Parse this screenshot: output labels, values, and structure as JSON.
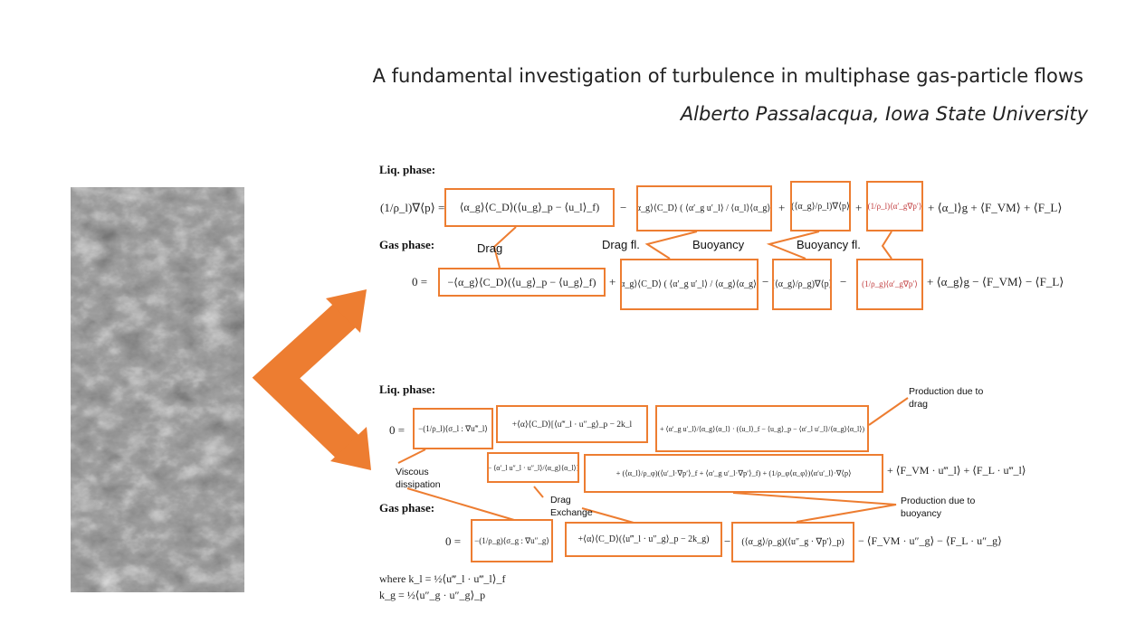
{
  "slide": {
    "title": "A fundamental investigation of turbulence in multiphase gas-particle flows",
    "author": "Alberto Passalacqua, Iowa State University",
    "accent_color": "#ED7D31"
  },
  "mean": {
    "liq_label": "Liq. phase:",
    "gas_label": "Gas phase:",
    "liq": {
      "lhs": "(1/ρ_l)∇⟨p⟩ =",
      "drag": "⟨α_g⟩⟨C_D⟩(⟨u_g⟩_p − ⟨u_l⟩_f)",
      "op1": "−",
      "dragfl": "⟨α_g⟩⟨C_D⟩ ( ⟨α′_g u′_l⟩ / ⟨α_l⟩⟨α_g⟩ )",
      "op2": "+",
      "buoy": "(⟨α_g⟩/ρ_l)∇⟨p⟩",
      "op3": "+",
      "buoyfl": "(1/ρ_l)⟨α′_g∇p′⟩",
      "rest": "+ ⟨α_l⟩g + ⟨F_VM⟩ + ⟨F_L⟩"
    },
    "gas": {
      "lhs": "0 =",
      "drag": "−⟨α_g⟩⟨C_D⟩(⟨u_g⟩_p − ⟨u_g⟩_f)",
      "op1": "+",
      "dragfl": "⟨α_g⟩⟨C_D⟩ ( ⟨α′_g u′_l⟩ / ⟨α_g⟩⟨α_g⟩ )",
      "op2": "−",
      "buoy": "(⟨α_g⟩/ρ_g)∇⟨p⟩",
      "op3": "−",
      "buoyfl": "(1/ρ_g)⟨α′_g∇p′⟩",
      "rest": "+ ⟨α_g⟩g − ⟨F_VM⟩ − ⟨F_L⟩"
    },
    "annotations": {
      "drag": "Drag",
      "dragfl": "Drag fl.",
      "buoy": "Buoyancy",
      "buoyfl": "Buoyancy fl."
    }
  },
  "tke": {
    "liq_label": "Liq. phase:",
    "gas_label": "Gas phase:",
    "liq": {
      "lhs": "0 =",
      "visc": "−(1/ρ_l)⟨σ_l : ∇u‴_l⟩",
      "exch_top": "+⟨α⟩⟨C_D⟩[⟨u‴_l · u″_g⟩_p − 2k_l",
      "exch_bottom": "− ⟨α′_l u″_l · u″_l⟩/⟨α_g⟩⟨α_l⟩]",
      "proddrag": "+ ⟨α′_g u′_l⟩/⟨α_g⟩⟨α_l⟩ · (⟨u_l⟩_f − ⟨u_g⟩_p − ⟨α′_l u′_l⟩/⟨α_g⟩⟨α_l⟩)",
      "prodbuoy": "+ (⟨α_l⟩/ρ_φ)(⟨u′_l·∇p′⟩_f + ⟨α′_g u′_l·∇p′⟩_f) + (1/ρ_φ⟨α_φ⟩)⟨α′u′_l⟩·∇⟨p⟩",
      "rest": "+ ⟨F_VM · u‴_l⟩ + ⟨F_L · u‴_l⟩"
    },
    "gas": {
      "lhs": "0 =",
      "visc": "−(1/ρ_g)⟨σ_g : ∇u″_g⟩",
      "exch": "+⟨α⟩⟨C_D⟩(⟨u‴_l · u″_g⟩_p − 2k_g)",
      "op": "−",
      "prodbuoy": "(⟨α_g⟩/ρ_g)(⟨u″_g · ∇p′⟩_p)",
      "rest": "− ⟨F_VM · u″_g⟩ − ⟨F_L · u″_g⟩"
    },
    "where1": "where k_l = ½⟨u‴_l · u‴_l⟩_f",
    "where2": "k_g = ½⟨u″_g · u″_g⟩_p",
    "annotations": {
      "viscous": "Viscous dissipation",
      "exchange": "Drag Exchange",
      "proddrag": "Production due to drag",
      "prodbuoy": "Production due to buoyancy"
    }
  }
}
